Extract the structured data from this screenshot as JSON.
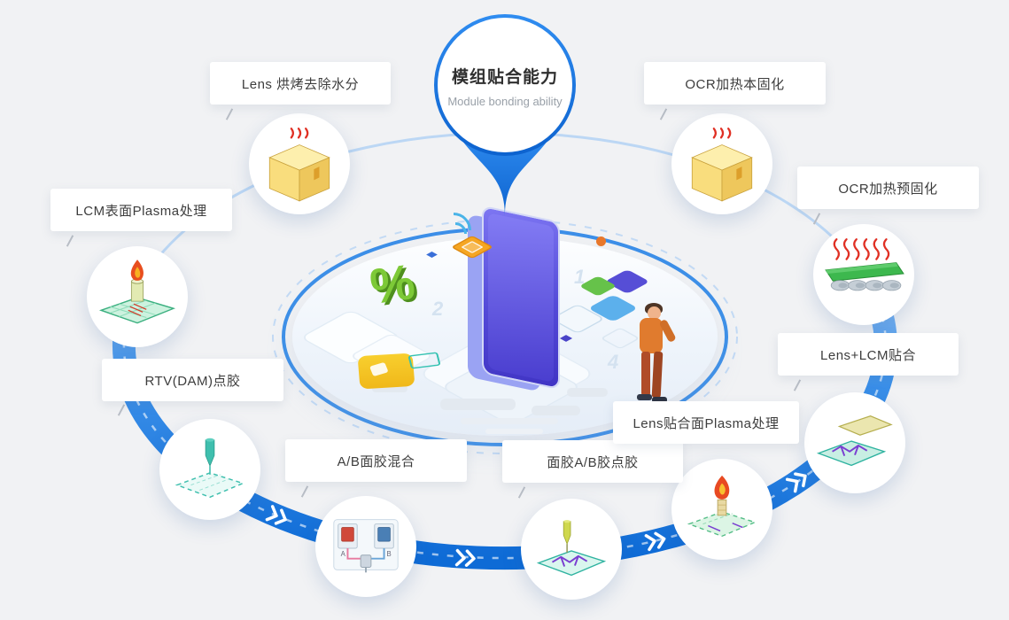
{
  "center": {
    "title": "模组贴合能力",
    "subtitle": "Module bonding ability"
  },
  "steps": [
    {
      "id": "lens-bake",
      "label": "Lens 烘烤去除水分",
      "icon": "oven-icon"
    },
    {
      "id": "lcm-plasma",
      "label": "LCM表面Plasma处理",
      "icon": "plasma-torch-icon"
    },
    {
      "id": "rtv-dam-dispense",
      "label": "RTV(DAM)点胶",
      "icon": "dispense-needle-icon"
    },
    {
      "id": "ab-glue-mixing",
      "label": "A/B面胶混合",
      "icon": "glue-mixing-machine-icon",
      "icon_labels": [
        "A",
        "B"
      ]
    },
    {
      "id": "ab-glue-dispense",
      "label": "面胶A/B胶点胶",
      "icon": "dispense-pattern-icon"
    },
    {
      "id": "lens-surface-plasma",
      "label": "Lens贴合面Plasma处理",
      "icon": "plasma-flame-icon"
    },
    {
      "id": "lens-lcm-bonding",
      "label": "Lens+LCM贴合",
      "icon": "bonding-layers-icon"
    },
    {
      "id": "ocr-pre-cure",
      "label": "OCR加热预固化",
      "icon": "heated-pcb-icon"
    },
    {
      "id": "ocr-full-cure",
      "label": "OCR加热本固化",
      "icon": "oven-icon"
    }
  ],
  "scene": {
    "watermarks": [
      "2",
      "1",
      "4"
    ]
  },
  "colors": {
    "ring_blue": "#1b7ae2",
    "pin_blue": "#1a7be8",
    "accent_teal": "#2fb3a0",
    "background": "#f1f2f4"
  }
}
